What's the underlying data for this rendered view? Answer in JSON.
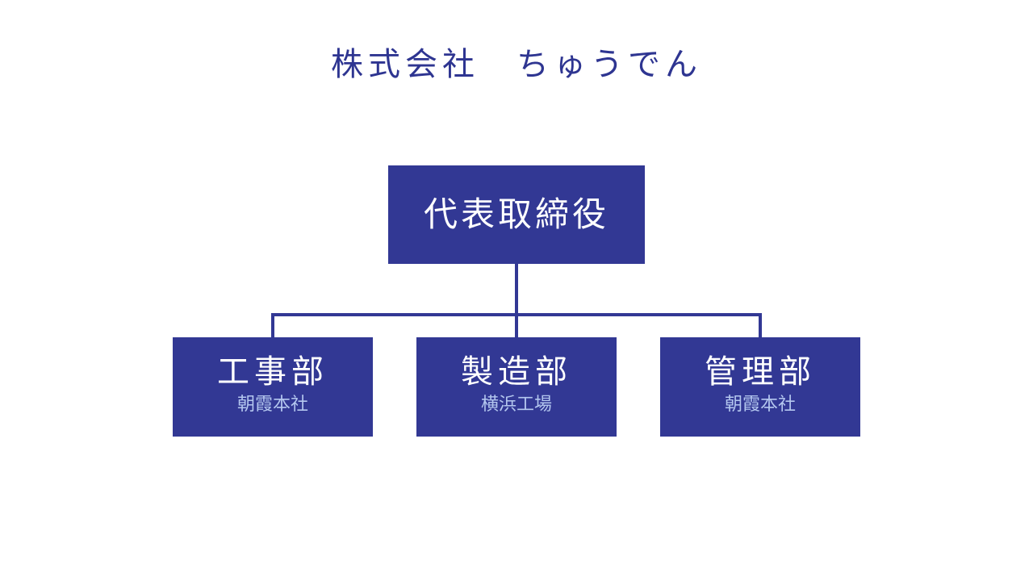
{
  "title": "株式会社　ちゅうでん",
  "org_chart": {
    "root": {
      "label": "代表取締役"
    },
    "departments": [
      {
        "label": "工事部",
        "location": "朝霞本社"
      },
      {
        "label": "製造部",
        "location": "横浜工場"
      },
      {
        "label": "管理部",
        "location": "朝霞本社"
      }
    ]
  },
  "colors": {
    "title_text": "#2e3591",
    "box_fill": "#323894",
    "box_text": "#ffffff",
    "location_text": "#b4c7ef",
    "connector": "#323894"
  }
}
